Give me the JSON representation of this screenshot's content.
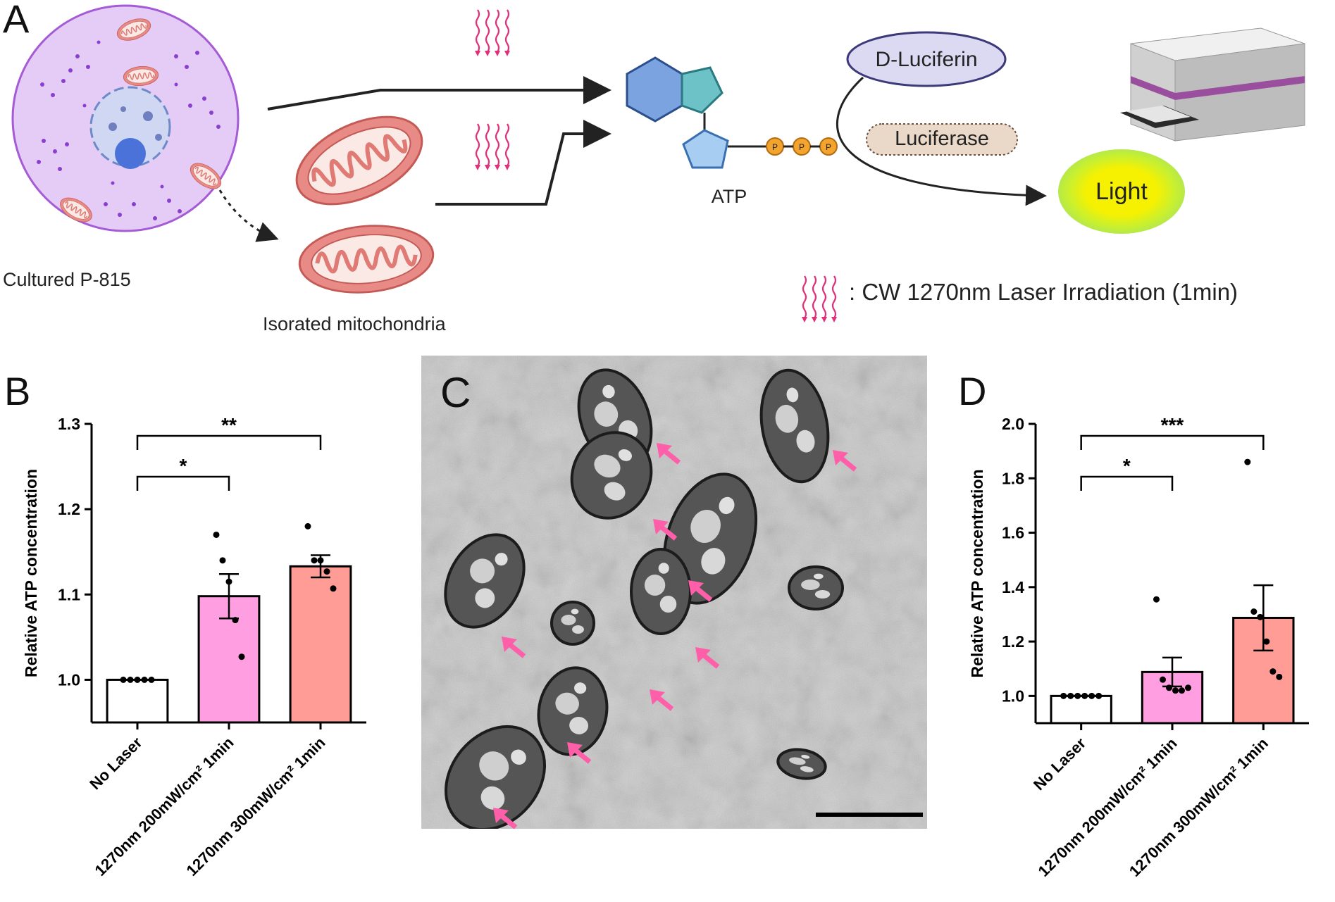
{
  "panels": {
    "a": {
      "letter": "A",
      "cell_label": "Cultured P-815",
      "mito_label": "Isorated mitochondria",
      "atp_label": "ATP",
      "phosphate_label": "P",
      "luciferin_label": "D-Luciferin",
      "luciferase_label": "Luciferase",
      "light_label": "Light",
      "legend_text": ": CW 1270nm Laser Irradiation (1min)",
      "colors": {
        "cell": "#e4ccf7",
        "mitochondria": "#e88a85",
        "laser": "#e0307a",
        "luciferin": "#dcdaf2",
        "luciferase": "#ead8c8",
        "light": "#f4f000"
      }
    },
    "b": {
      "letter": "B"
    },
    "c": {
      "letter": "C",
      "arrow_color": "#ff5fa8"
    },
    "d": {
      "letter": "D"
    }
  },
  "chart_data": [
    {
      "panel": "B",
      "type": "bar",
      "ylabel": "Relative ATP concentration",
      "ylim": [
        0.95,
        1.3
      ],
      "yticks": [
        1.0,
        1.1,
        1.2,
        1.3
      ],
      "ytick_labels": [
        "1.0",
        "1.1",
        "1.2",
        "1.3"
      ],
      "categories": [
        "No Laser",
        "1270nm 200mW/cm² 1min",
        "1270nm 300mW/cm² 1min"
      ],
      "values": [
        1.0,
        1.098,
        1.133
      ],
      "sem": [
        0.0,
        0.026,
        0.013
      ],
      "colors": [
        "#ffffff",
        "#ff9fe2",
        "#ff9c96"
      ],
      "points": [
        [
          1.0,
          1.0,
          1.0,
          1.0,
          1.0
        ],
        [
          1.17,
          1.14,
          1.115,
          1.07,
          1.027
        ],
        [
          1.18,
          1.14,
          1.14,
          1.127,
          1.107
        ]
      ],
      "significance": [
        {
          "from": 0,
          "to": 1,
          "label": "*"
        },
        {
          "from": 0,
          "to": 2,
          "label": "**"
        }
      ]
    },
    {
      "panel": "D",
      "type": "bar",
      "ylabel": "Relative ATP concentration",
      "ylim": [
        0.9,
        2.0
      ],
      "yticks": [
        1.0,
        1.2,
        1.4,
        1.6,
        1.8,
        2.0
      ],
      "ytick_labels": [
        "1.0",
        "1.2",
        "1.4",
        "1.6",
        "1.8",
        "2.0"
      ],
      "categories": [
        "No Laser",
        "1270nm 200mW/cm² 1min",
        "1270nm 300mW/cm² 1min"
      ],
      "values": [
        1.0,
        1.088,
        1.287
      ],
      "sem": [
        0.0,
        0.053,
        0.12
      ],
      "colors": [
        "#ffffff",
        "#ff9fe2",
        "#ff9c96"
      ],
      "points": [
        [
          1.0,
          1.0,
          1.0,
          1.0,
          1.0,
          1.0
        ],
        [
          1.355,
          1.06,
          1.03,
          1.02,
          1.02,
          1.03
        ],
        [
          1.86,
          1.31,
          1.29,
          1.2,
          1.09,
          1.07
        ]
      ],
      "significance": [
        {
          "from": 0,
          "to": 1,
          "label": "*"
        },
        {
          "from": 0,
          "to": 2,
          "label": "***"
        }
      ]
    }
  ]
}
